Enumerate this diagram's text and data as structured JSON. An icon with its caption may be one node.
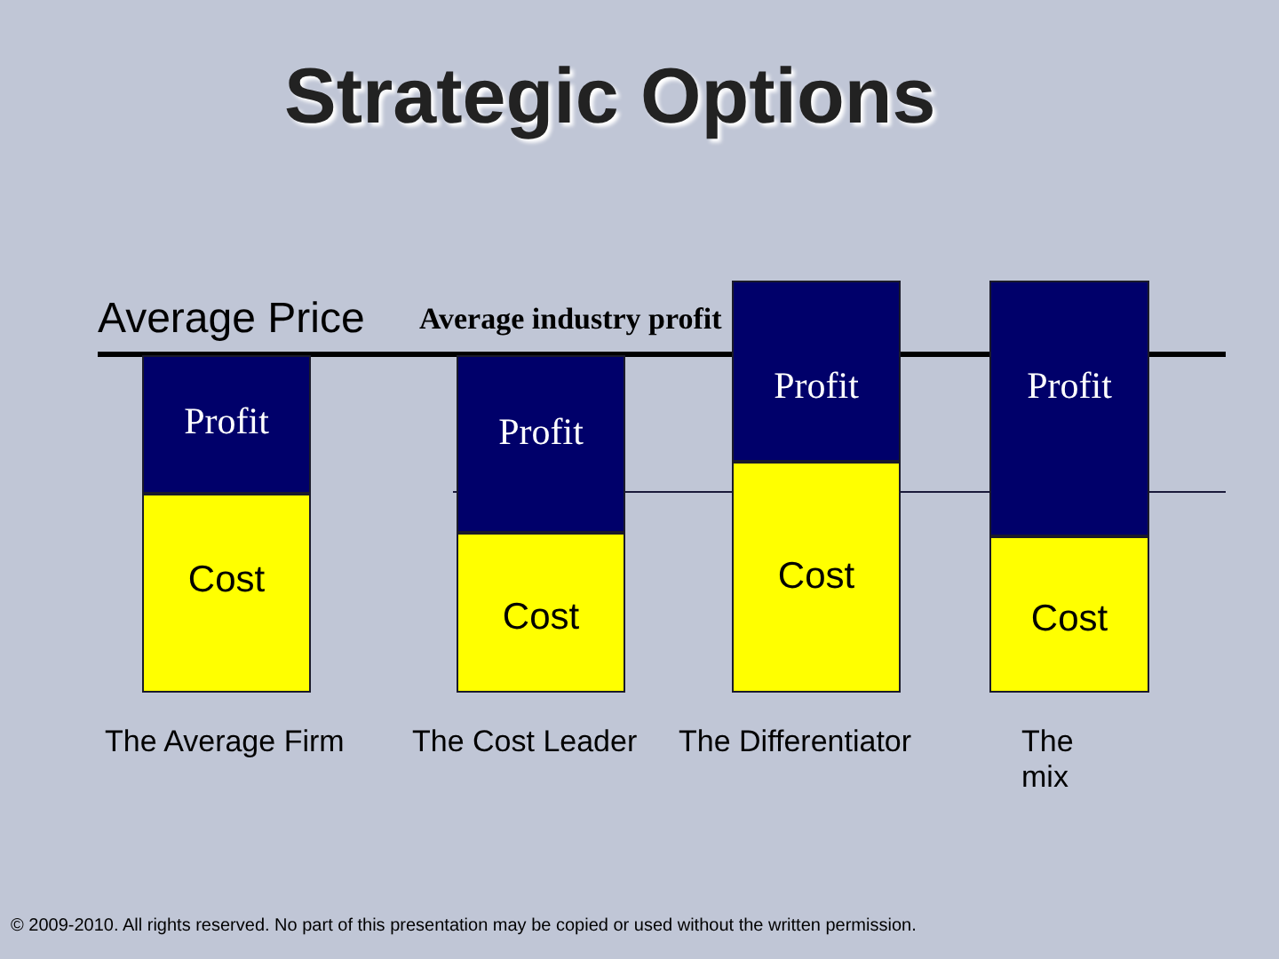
{
  "diagram": {
    "title": "Strategic Options",
    "nodes": [
      {
        "text": [
          "Profit"
        ]
      },
      {
        "text": [
          "Cost"
        ]
      },
      {
        "text": [
          "Profit"
        ]
      },
      {
        "text": [
          "Cost"
        ]
      },
      {
        "text": [
          "Profit"
        ]
      },
      {
        "text": [
          "Cost"
        ]
      },
      {
        "text": [
          "Profit"
        ]
      },
      {
        "text": [
          "Cost"
        ]
      }
    ],
    "edges": [],
    "labels": [
      "Average Price",
      "Average industry profit",
      "The Average Firm",
      "The Cost Leader",
      "The Differentiator",
      "The mix",
      "© 2009-2010. All rights reserved. No part of this presentation may be copied or used without the written permission."
    ]
  }
}
